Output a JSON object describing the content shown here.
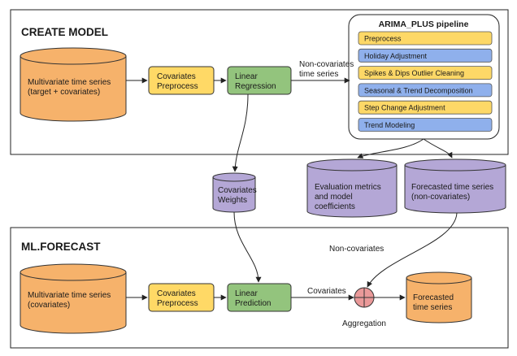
{
  "sections": {
    "create_model": "CREATE MODEL",
    "ml_forecast": "ML.FORECAST"
  },
  "create": {
    "multivariate_input": [
      "Multivariate time series",
      "(target + covariates)"
    ],
    "covariates_preprocess": [
      "Covariates",
      "Preprocess"
    ],
    "linear_regression": [
      "Linear",
      "Regression"
    ],
    "non_covariates_label": [
      "Non-covariates",
      "time series"
    ]
  },
  "pipeline": {
    "title": "ARIMA_PLUS pipeline",
    "steps": [
      {
        "label": "Preprocess",
        "color": "#fdd867"
      },
      {
        "label": "Holiday Adjustment",
        "color": "#8fb0ec"
      },
      {
        "label": "Spikes & Dips Outlier Cleaning",
        "color": "#fdd867"
      },
      {
        "label": "Seasonal & Trend Decomposition",
        "color": "#8fb0ec"
      },
      {
        "label": "Step Change Adjustment",
        "color": "#fdd867"
      },
      {
        "label": "Trend Modeling",
        "color": "#8fb0ec"
      }
    ]
  },
  "outputs": {
    "covariates_weights": [
      "Covariates",
      "Weights"
    ],
    "evaluation": [
      "Evaluation metrics",
      "and model",
      "coefficients"
    ],
    "forecasted_noncov": [
      "Forecasted time series",
      "(non-covariates)"
    ]
  },
  "forecast": {
    "multivariate_input": [
      "Multivariate time series",
      "(covariates)"
    ],
    "covariates_preprocess": [
      "Covariates",
      "Preprocess"
    ],
    "linear_prediction": [
      "Linear",
      "Prediction"
    ],
    "covariates_label": "Covariates",
    "non_covariates_label": "Non-covariates",
    "aggregation_label": "Aggregation",
    "forecasted_output": [
      "Forecasted",
      "time series"
    ]
  },
  "colors": {
    "orange": "#f6b26b",
    "yellow": "#ffd966",
    "green": "#93c47d",
    "purple": "#b4a7d6",
    "aggregation": "#ea9999"
  }
}
